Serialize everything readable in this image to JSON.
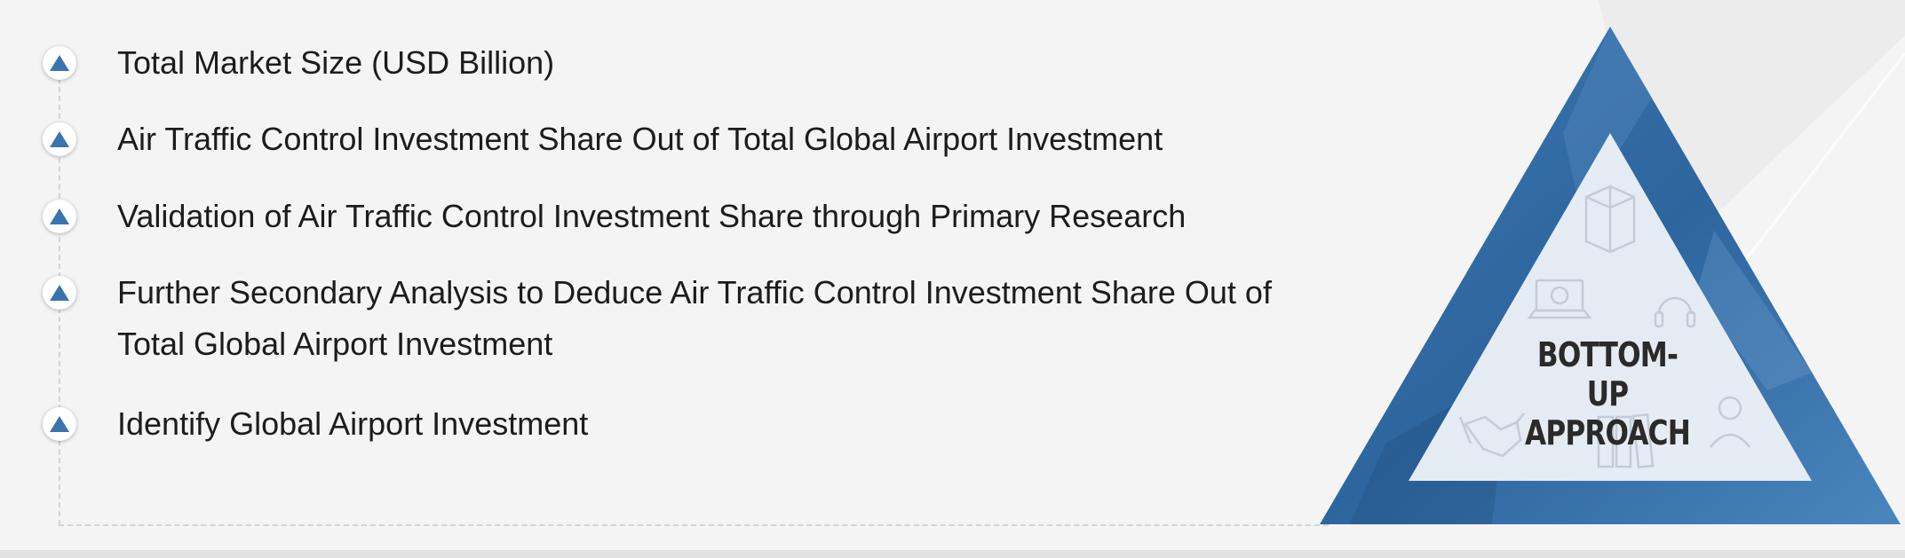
{
  "steps": [
    {
      "label": "Total Market Size (USD Billion)"
    },
    {
      "label": "Air Traffic Control Investment Share Out of Total Global Airport Investment"
    },
    {
      "label": "Validation of Air Traffic Control Investment Share through Primary Research"
    },
    {
      "label": "Further Secondary Analysis to Deduce Air Traffic Control Investment Share Out of Total Global Airport Investment"
    },
    {
      "label": "Identify Global Airport Investment"
    }
  ],
  "pyramid": {
    "title_line1": "BOTTOM-UP",
    "title_line2": "APPROACH",
    "icons": [
      "book-icon",
      "laptop-icon",
      "headset-icon",
      "handshake-icon",
      "binders-icon",
      "person-icon"
    ]
  },
  "colors": {
    "background": "#f4f4f4",
    "pyramid_blue": "#2f6aa3",
    "pyramid_dark": "#1f4f82",
    "inner_triangle": "#eef2f7",
    "bullet_arrow": "#3b73ad",
    "text": "#1c1c1c"
  }
}
